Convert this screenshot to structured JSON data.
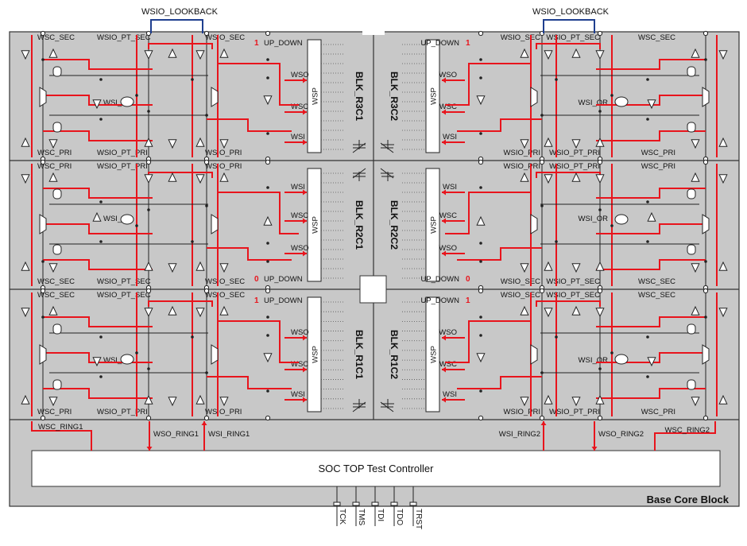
{
  "labels": {
    "wsio_lookback": "WSIO_LOOKBACK",
    "wsc_sec": "WSC_SEC",
    "wsc_pri": "WSC_PRI",
    "wsio_pt_sec": "WSIO_PT_SEC",
    "wsio_pt_pri": "WSIO_PT_PRI",
    "wsio_sec": "WSIO_SEC",
    "wsio_pri": "WSIO_PRI",
    "up_down": "UP_DOWN",
    "wso": "WSO",
    "wsc": "WSC",
    "wsi": "WSI",
    "wsp": "WSP",
    "wsi_or": "WSI_OR",
    "one": "1",
    "zero": "0"
  },
  "blocks": {
    "r3c1": "BLK_R3C1",
    "r3c2": "BLK_R3C2",
    "r2c1": "BLK_R2C1",
    "r2c2": "BLK_R2C2",
    "r1c1": "BLK_R1C1",
    "r1c2": "BLK_R1C2"
  },
  "rings": {
    "wsc_ring1": "WSC_RING1",
    "wso_ring1": "WSO_RING1",
    "wsi_ring1": "WSI_RING1",
    "wsi_ring2": "WSI_RING2",
    "wso_ring2": "WSO_RING2",
    "wsc_ring2": "WSC_RING2"
  },
  "controller": "SOC TOP Test Controller",
  "base_block": "Base Core Block",
  "pins": [
    "TCK",
    "TMS",
    "TDI",
    "TDO",
    "TRST"
  ],
  "colors": {
    "block_fill": "#c8c8c8",
    "signal_red": "#e8141c",
    "lookback_blue": "#1f3f8f",
    "wire_black": "#222222",
    "controller_fill": "#ffffff"
  }
}
